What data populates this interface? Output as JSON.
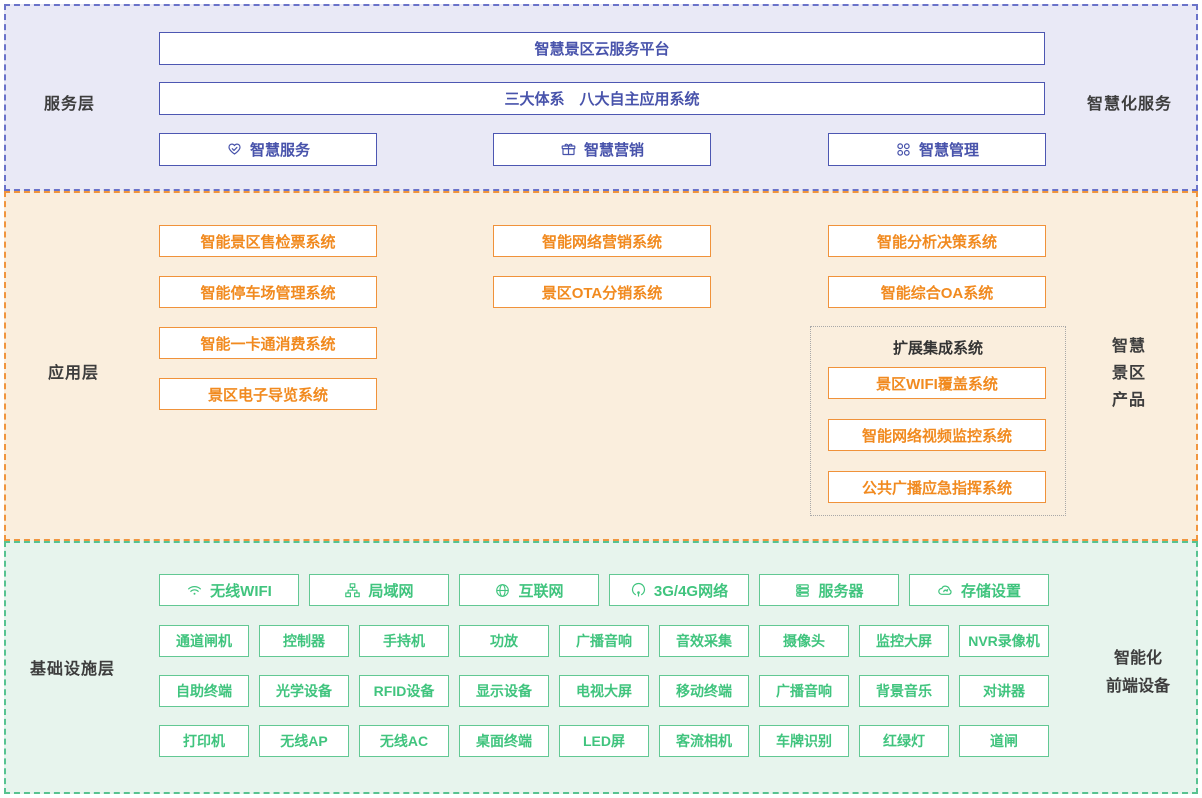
{
  "colors": {
    "service_bg": "#e9e9f6",
    "service_border": "#6a73c9",
    "service_accent": "#4853ab",
    "app_bg": "#faeedd",
    "app_border": "#f0953e",
    "app_accent": "#f18a1f",
    "infra_bg": "#e7f4ed",
    "infra_border": "#57c391",
    "infra_accent": "#40c47e",
    "label_text": "#3d3d3d",
    "expansion_border": "#a8a8a8",
    "expansion_title": "#333333",
    "box_bg": "#ffffff"
  },
  "service": {
    "left_label": "服务层",
    "right_label": "智慧化服务",
    "banner1": "智慧景区云服务平台",
    "banner2": "三大体系　八大自主应用系统",
    "boxes": [
      {
        "icon": "heart-icon",
        "label": "智慧服务"
      },
      {
        "icon": "gift-icon",
        "label": "智慧营销"
      },
      {
        "icon": "grid-circles-icon",
        "label": "智慧管理"
      }
    ]
  },
  "application": {
    "left_label": "应用层",
    "right_label_lines": [
      "智慧",
      "景区",
      "产品"
    ],
    "col1": [
      "智能景区售检票系统",
      "智能停车场管理系统",
      "智能一卡通消费系统",
      "景区电子导览系统"
    ],
    "col2": [
      "智能网络营销系统",
      "景区OTA分销系统"
    ],
    "col3": [
      "智能分析决策系统",
      "智能综合OA系统"
    ],
    "expansion": {
      "title": "扩展集成系统",
      "items": [
        "景区WIFI覆盖系统",
        "智能网络视频监控系统",
        "公共广播应急指挥系统"
      ]
    }
  },
  "infrastructure": {
    "left_label": "基础设施层",
    "right_label_lines": [
      "智能化",
      "前端设备"
    ],
    "network_row": [
      {
        "icon": "wifi-icon",
        "label": "无线WIFI"
      },
      {
        "icon": "lan-icon",
        "label": "局域网"
      },
      {
        "icon": "globe-icon",
        "label": "互联网"
      },
      {
        "icon": "signal-icon",
        "label": "3G/4G网络"
      },
      {
        "icon": "server-icon",
        "label": "服务器"
      },
      {
        "icon": "cloud-sync-icon",
        "label": "存储设置"
      }
    ],
    "device_rows": [
      [
        "通道闸机",
        "控制器",
        "手持机",
        "功放",
        "广播音响",
        "音效采集",
        "摄像头",
        "监控大屏",
        "NVR录像机"
      ],
      [
        "自助终端",
        "光学设备",
        "RFID设备",
        "显示设备",
        "电视大屏",
        "移动终端",
        "广播音响",
        "背景音乐",
        "对讲器"
      ],
      [
        "打印机",
        "无线AP",
        "无线AC",
        "桌面终端",
        "LED屏",
        "客流相机",
        "车牌识别",
        "红绿灯",
        "道闸"
      ]
    ]
  }
}
